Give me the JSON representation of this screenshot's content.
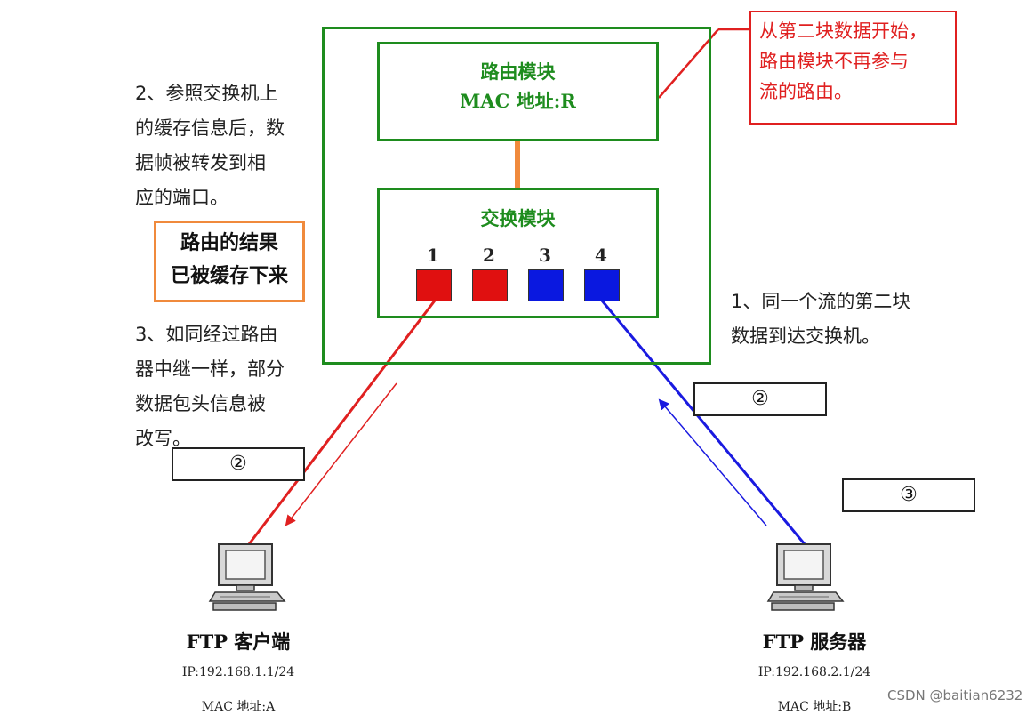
{
  "router": {
    "title": "路由模块",
    "mac": "MAC 地址:R"
  },
  "switch": {
    "title": "交换模块",
    "ports": [
      {
        "label": "1",
        "color": "#e01010"
      },
      {
        "label": "2",
        "color": "#e01010"
      },
      {
        "label": "3",
        "color": "#0a18e0"
      },
      {
        "label": "4",
        "color": "#0a18e0"
      }
    ]
  },
  "red_note": [
    "从第二块数据开始，",
    "路由模块不再参与",
    "流的路由。"
  ],
  "step2_note": [
    "2、参照交换机上",
    "的缓存信息后，数",
    "据帧被转发到相",
    "应的端口。"
  ],
  "cache_note": [
    "路由的结果",
    "已被缓存下来"
  ],
  "step3_note": [
    "3、如同经过路由",
    "器中继一样，部分",
    "数据包头信息被",
    "改写。"
  ],
  "step1_note": [
    "1、同一个流的第二块",
    "数据到达交换机。"
  ],
  "markers": {
    "left_2": "②",
    "right_2": "②",
    "right_3": "③"
  },
  "client": {
    "title": "FTP 客户端",
    "ip": "IP:192.168.1.1/24",
    "mac": "MAC 地址:A"
  },
  "server": {
    "title": "FTP 服务器",
    "ip": "IP:192.168.2.1/24",
    "mac": "MAC 地址:B"
  },
  "watermark": "CSDN @baitian6232",
  "colors": {
    "green": "#1e8c1e",
    "red": "#e02020",
    "blue": "#1a1ae0",
    "orange": "#f08a3c"
  }
}
